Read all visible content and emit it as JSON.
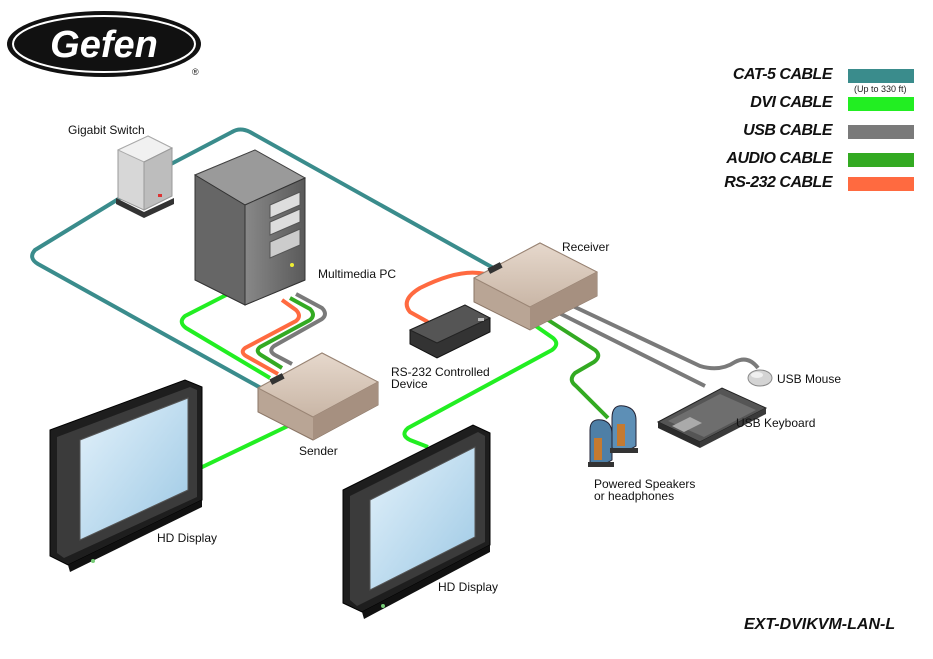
{
  "brand": {
    "logo_text": "Gefen",
    "registered": "®"
  },
  "legend": {
    "items": [
      {
        "label": "CAT-5 CABLE",
        "color": "#3a8c8c",
        "note": "(Up to 330 ft)"
      },
      {
        "label": "DVI CABLE",
        "color": "#22ee22"
      },
      {
        "label": "USB CABLE",
        "color": "#7a7a7a"
      },
      {
        "label": "AUDIO CABLE",
        "color": "#33aa22"
      },
      {
        "label": "RS-232 CABLE",
        "color": "#ff6a40"
      }
    ]
  },
  "devices": {
    "gigabit_switch": "Gigabit Switch",
    "multimedia_pc": "Multimedia PC",
    "receiver": "Receiver",
    "rs232_line1": "RS-232 Controlled",
    "rs232_line2": "Device",
    "usb_mouse": "USB Mouse",
    "usb_keyboard": "USB Keyboard",
    "sender": "Sender",
    "speakers_line1": "Powered Speakers",
    "speakers_line2": "or headphones",
    "hd_display_left": "HD Display",
    "hd_display_right": "HD Display"
  },
  "model": "EXT-DVIKVM-LAN-L"
}
